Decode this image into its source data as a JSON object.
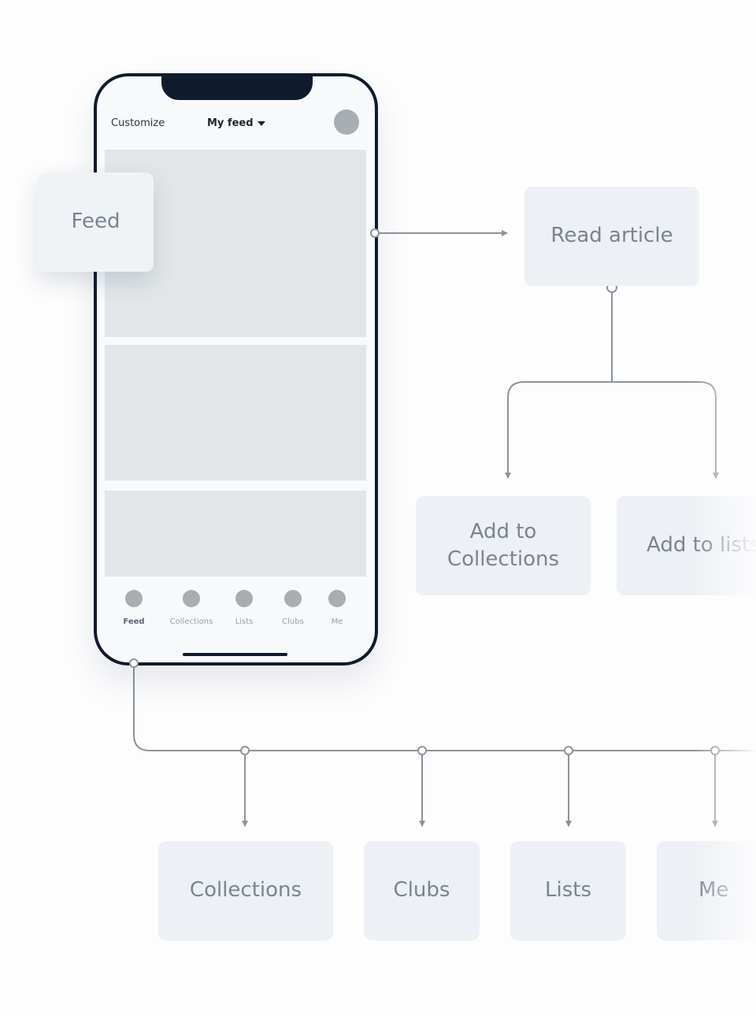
{
  "phone": {
    "customize_label": "Customize",
    "feed_selector_label": "My feed",
    "tabs": [
      {
        "label": "Feed",
        "active": true
      },
      {
        "label": "Collections",
        "active": false
      },
      {
        "label": "Lists",
        "active": false
      },
      {
        "label": "Clubs",
        "active": false
      },
      {
        "label": "Me",
        "active": false
      }
    ]
  },
  "nodes": {
    "feed": "Feed",
    "read_article": "Read article",
    "add_to_collections": "Add to Collections",
    "add_to_lists": "Add to lists",
    "collections": "Collections",
    "clubs": "Clubs",
    "lists": "Lists",
    "me": "Me"
  },
  "colors": {
    "phone_frame": "#0f1b2d",
    "node_fill": "#edf0f4",
    "node_text": "#7a8491",
    "connector": "#8b949c",
    "placeholder": "#e2e6e8",
    "tab_dot": "#a8adb1"
  }
}
